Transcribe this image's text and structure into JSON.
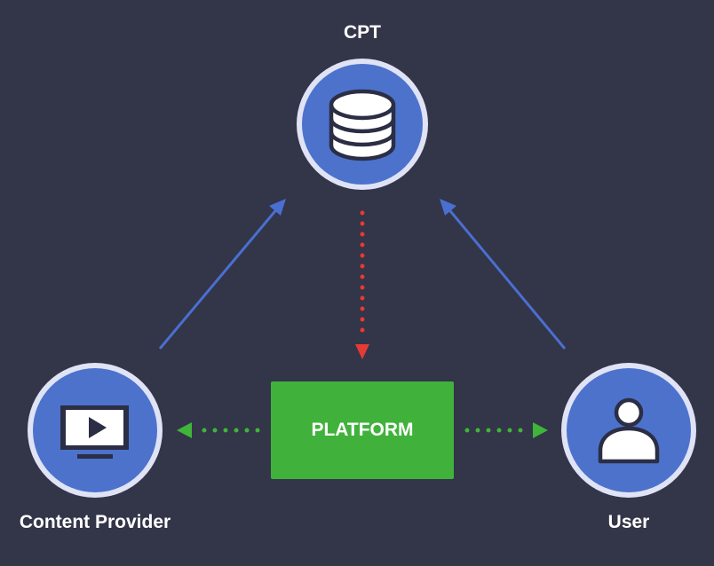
{
  "diagram": {
    "background_color": "#333548",
    "node_fill_color": "#4c72cc",
    "node_ring_color": "#dfe3f5",
    "platform_color": "#40b23b",
    "arrow_blue_color": "#4a6fd0",
    "arrow_red_color": "#e53a36",
    "arrow_green_color": "#3fb53a",
    "nodes": {
      "cpt": {
        "label": "CPT",
        "icon": "database-icon"
      },
      "content_provider": {
        "label": "Content Provider",
        "icon": "monitor-play-icon"
      },
      "user": {
        "label": "User",
        "icon": "user-icon"
      },
      "platform": {
        "label": "PLATFORM"
      }
    }
  }
}
